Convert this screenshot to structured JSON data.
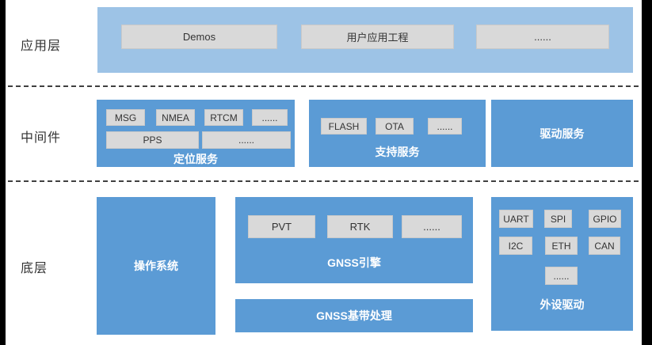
{
  "layer_labels": {
    "application": "应用层",
    "middleware": "中间件",
    "bottom": "底层"
  },
  "application_band": {
    "chips": [
      "Demos",
      "用户应用工程",
      "......"
    ]
  },
  "positioning_service": {
    "title": "定位服务",
    "row1": [
      "MSG",
      "NMEA",
      "RTCM",
      "......"
    ],
    "row2": [
      "PPS",
      "......"
    ]
  },
  "support_service": {
    "title": "支持服务",
    "chips": [
      "FLASH",
      "OTA",
      "......"
    ]
  },
  "driver_service": {
    "title": "驱动服务"
  },
  "operating_system": {
    "title": "操作系统"
  },
  "gnss_engine": {
    "title": "GNSS引擎",
    "chips": [
      "PVT",
      "RTK",
      "......"
    ]
  },
  "gnss_baseband": {
    "title": "GNSS基带处理"
  },
  "peripheral_driver": {
    "title": "外设驱动",
    "row1": [
      "UART",
      "SPI",
      "GPIO"
    ],
    "row2": [
      "I2C",
      "ETH",
      "CAN"
    ],
    "row3": [
      "......"
    ]
  },
  "colors": {
    "band_light_blue": "#9DC3E6",
    "box_blue": "#5B9BD5",
    "chip_gray": "#D9D9D9",
    "text_dark": "#333333",
    "title_white": "#FFFFFF",
    "edge_black": "#000000",
    "dash_gray": "#404040"
  }
}
